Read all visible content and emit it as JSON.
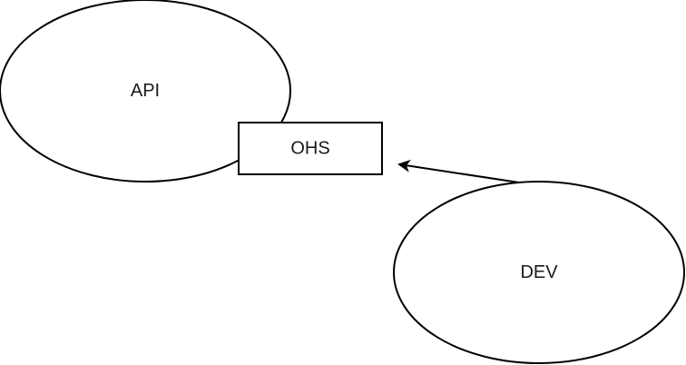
{
  "diagram": {
    "nodes": {
      "api": {
        "label": "API",
        "shape": "ellipse"
      },
      "ohs": {
        "label": "OHS",
        "shape": "rectangle"
      },
      "dev": {
        "label": "DEV",
        "shape": "ellipse"
      }
    },
    "edges": [
      {
        "from": "dev",
        "to": "ohs",
        "arrowhead": "classic"
      }
    ],
    "colors": {
      "stroke": "#000000",
      "fill": "#ffffff",
      "text": "#1a1a1a"
    }
  }
}
